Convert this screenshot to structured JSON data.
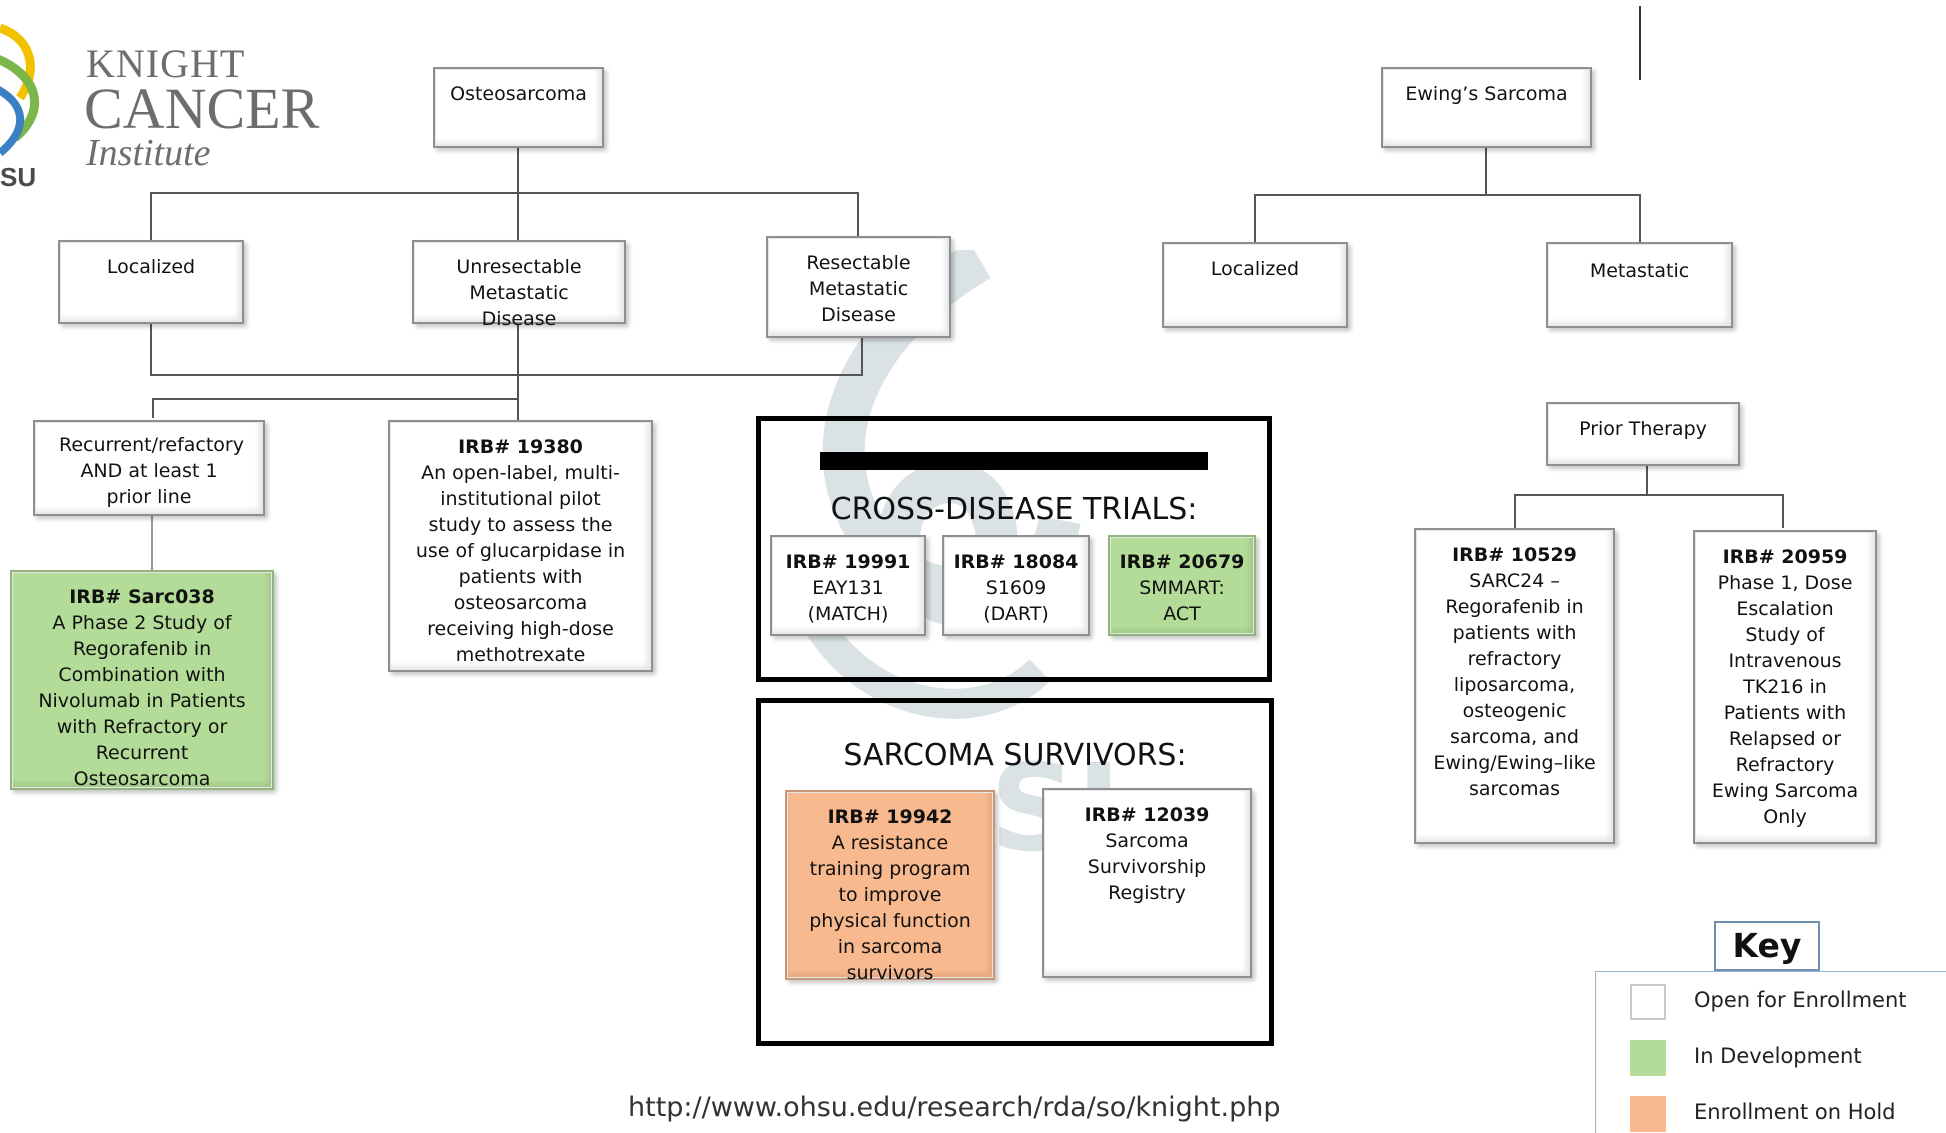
{
  "logo": {
    "line1": "KNIGHT",
    "line2": "CANCER",
    "line3": "Institute",
    "partial": "SU"
  },
  "osteosarcoma": {
    "title": "Osteosarcoma",
    "localized": "Localized",
    "unresectable": "Unresectable Metastatic Disease",
    "resectable": "Resectable Metastatic Disease",
    "recurrent": "Recurrent/refactory AND at least 1 prior line",
    "sarc038": {
      "irb": "IRB# Sarc038",
      "desc": "A Phase 2 Study of Regorafenib in Combination with Nivolumab in Patients with Refractory or Recurrent Osteosarcoma"
    },
    "irb19380": {
      "irb": "IRB# 19380",
      "desc": "An open-label, multi-institutional pilot study to assess the use of glucarpidase in patients with osteosarcoma receiving high-dose methotrexate"
    }
  },
  "cross_disease": {
    "title": "CROSS-DISEASE TRIALS:",
    "trials": [
      {
        "irb": "IRB# 19991",
        "desc": "EAY131 (MATCH)"
      },
      {
        "irb": "IRB# 18084",
        "desc": "S1609 (DART)"
      },
      {
        "irb": "IRB# 20679",
        "desc": "SMMART: ACT"
      }
    ]
  },
  "survivors": {
    "title": "SARCOMA SURVIVORS:",
    "trials": [
      {
        "irb": "IRB# 19942",
        "desc": "A resistance training program to improve physical function in sarcoma survivors"
      },
      {
        "irb": "IRB# 12039",
        "desc": "Sarcoma Survivorship Registry"
      }
    ]
  },
  "ewing": {
    "title": "Ewing’s Sarcoma",
    "localized": "Localized",
    "metastatic": "Metastatic",
    "prior": "Prior Therapy",
    "irb10529": {
      "irb": "IRB# 10529",
      "desc": "SARC24 – Regorafenib in patients with refractory liposarcoma, osteogenic sarcoma, and Ewing/Ewing–like sarcomas"
    },
    "irb20959": {
      "irb": "IRB# 20959",
      "desc": "Phase 1, Dose Escalation Study of Intravenous TK216 in Patients with Relapsed or Refractory Ewing Sarcoma Only"
    }
  },
  "key": {
    "title": "Key",
    "items": [
      {
        "label": "Open for Enrollment",
        "color": "#ffffff"
      },
      {
        "label": "In Development",
        "color": "#b3dc98"
      },
      {
        "label": "Enrollment on Hold",
        "color": "#f8b98e"
      }
    ]
  },
  "url": "http://www.ohsu.edu/research/rda/so/knight.php",
  "colors": {
    "in_development": "#b3dc98",
    "on_hold": "#f8b98e",
    "open": "#ffffff"
  }
}
